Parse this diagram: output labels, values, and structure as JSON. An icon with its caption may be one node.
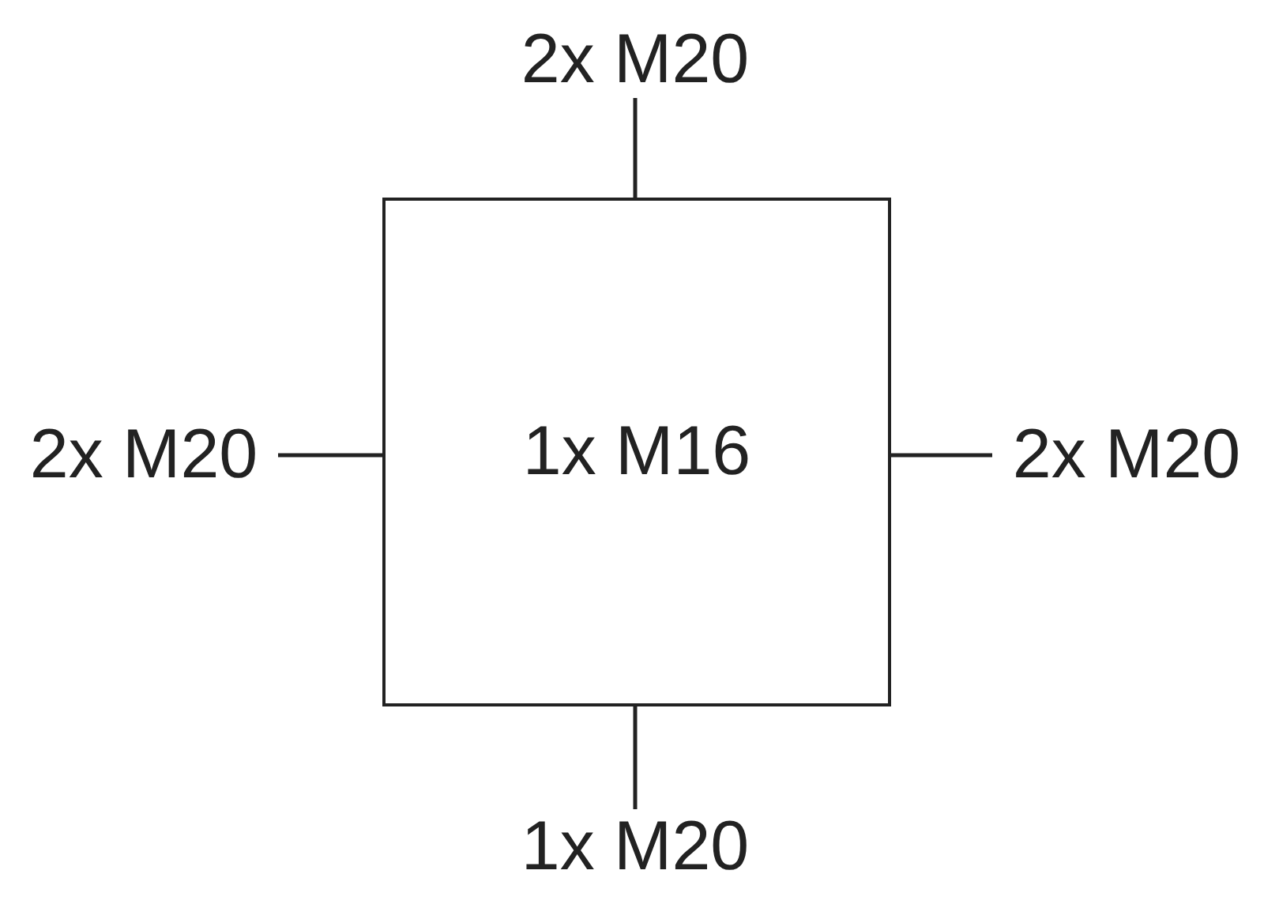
{
  "diagram": {
    "nodes": [
      {
        "text": [
          "1x M16"
        ]
      },
      {
        "text": [
          "2x M20"
        ]
      },
      {
        "text": [
          "2x M20"
        ]
      },
      {
        "text": [
          "2x M20"
        ]
      },
      {
        "text": [
          "1x M20"
        ]
      }
    ],
    "edges": [
      {
        "from": 1,
        "to": 0,
        "arrow": "none"
      },
      {
        "from": 2,
        "to": 0,
        "arrow": "none"
      },
      {
        "from": 3,
        "to": 0,
        "arrow": "none"
      },
      {
        "from": 4,
        "to": 0,
        "arrow": "none"
      }
    ]
  }
}
